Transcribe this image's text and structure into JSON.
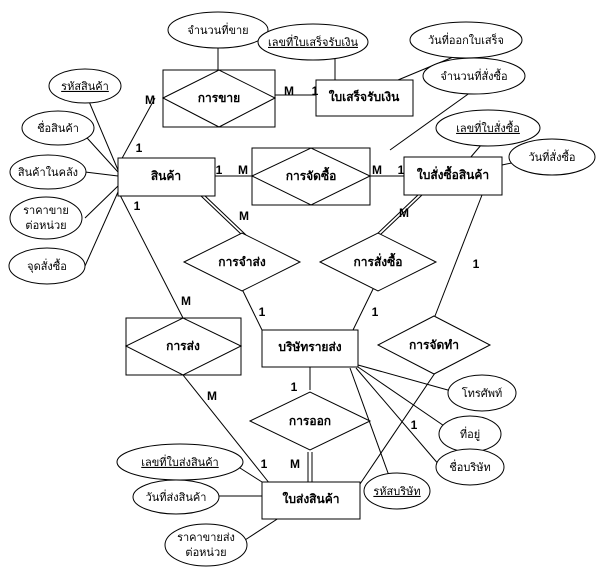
{
  "entities": {
    "product": "สินค้า",
    "receipt": "ใบเสร็จรับเงิน",
    "po": "ใบสั่งซื้อสินค้า",
    "company": "บริษัทรายส่ง",
    "delivery": "ใบส่งสินค้า"
  },
  "relations": {
    "sell": "การขาย",
    "buy": "การจัดซื้อ",
    "dist": "การจำส่ง",
    "order": "การสั่งซื้อ",
    "ship": "การส่ง",
    "issue": "การจัดทำ",
    "send": "การออก"
  },
  "attributes": {
    "qty_sold": "จำนวนที่ขาย",
    "receipt_no": "เลขที่ใบเสร็จรับเงิน",
    "receipt_date": "วันที่ออกใบเสร็จ",
    "qty_ordered": "จำนวนที่สั่งซื้อ",
    "prod_id": "รหัสสินค้า",
    "prod_name": "ชื่อสินค้า",
    "stock": "สินค้าในคลัง",
    "unit_price_1": "ราคาขาย",
    "unit_price_2": "ต่อหน่วย",
    "reorder": "จุดสั่งซื้อ",
    "po_no": "เลขที่ใบสั่งซื้อ",
    "po_date": "วันที่สั่งซื้อ",
    "phone": "โทรศัพท์",
    "address": "ที่อยู่",
    "comp_name": "ชื่อบริษัท",
    "comp_id": "รหัสบริษัท",
    "dn_no": "เลขที่ใบส่งสินค้า",
    "dn_date": "วันที่ส่งสินค้า",
    "ship_price_1": "ราคาขายส่ง",
    "ship_price_2": "ต่อหน่วย"
  },
  "cardinalities": {
    "sell_prod": "M",
    "sell_rec_m": "M",
    "sell_rec_1": "1",
    "prod_buy": "1",
    "buy_prod_m": "M",
    "buy_po_m": "M",
    "buy_po_1": "1",
    "prod_dist": "M",
    "prod_ship": "1",
    "po_order": "M",
    "dist_comp": "1",
    "order_comp": "1",
    "po_issue": "1",
    "ship_m": "M",
    "ship_del": "M",
    "comp_send": "1",
    "send_del": "M",
    "del_1": "1",
    "comp_issue": "1",
    "prod_top": "1"
  }
}
